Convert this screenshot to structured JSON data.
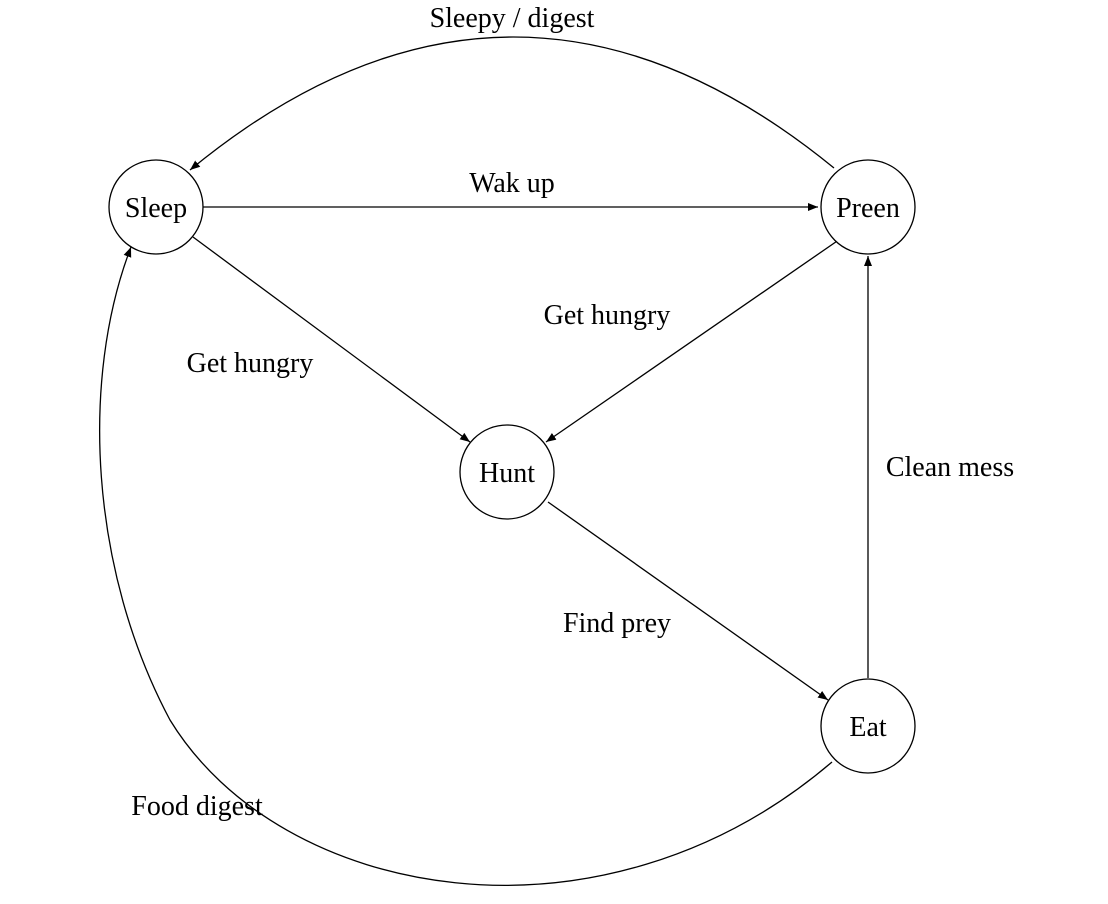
{
  "diagram": {
    "type": "state-transition",
    "nodes": [
      {
        "id": "sleep",
        "label": "Sleep"
      },
      {
        "id": "preen",
        "label": "Preen"
      },
      {
        "id": "hunt",
        "label": "Hunt"
      },
      {
        "id": "eat",
        "label": "Eat"
      }
    ],
    "edges": [
      {
        "id": "sleepy-digest",
        "from": "preen",
        "to": "sleep",
        "label": "Sleepy / digest"
      },
      {
        "id": "wak-up",
        "from": "sleep",
        "to": "preen",
        "label": "Wak up"
      },
      {
        "id": "get-hungry-sleep",
        "from": "sleep",
        "to": "hunt",
        "label": "Get hungry"
      },
      {
        "id": "get-hungry-preen",
        "from": "preen",
        "to": "hunt",
        "label": "Get hungry"
      },
      {
        "id": "clean-mess",
        "from": "eat",
        "to": "preen",
        "label": "Clean mess"
      },
      {
        "id": "find-prey",
        "from": "hunt",
        "to": "eat",
        "label": "Find prey"
      },
      {
        "id": "food-digest",
        "from": "eat",
        "to": "sleep",
        "label": "Food digest"
      }
    ]
  }
}
